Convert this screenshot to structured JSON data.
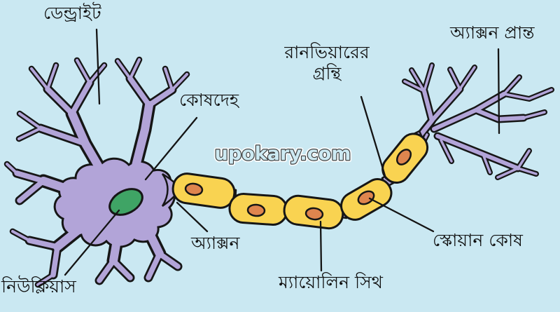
{
  "watermark": {
    "text": "upokary.com"
  },
  "diagram": {
    "subject": "neuron-structure-diagram",
    "language": "Bengali",
    "labels": {
      "dendrite": "ডেন্ড্রাইট",
      "cell_body": "কোষদেহ",
      "node_of_ranvier": "রানভিয়ারের\nগ্রন্থি",
      "axon_terminal": "অ্যাক্সন প্রান্ত",
      "axon": "অ্যাক্সন",
      "nucleus": "নিউক্লিয়াস",
      "myelin_sheath": "ম্যায়োলিন সিথ",
      "schwann_cell": "স্কোয়ান কোষ"
    },
    "colors": {
      "background": "#cae8f2",
      "neuron_body": "#b2a4d8",
      "myelin_sheath": "#f9d351",
      "schwann_nucleus": "#df854e",
      "cell_nucleus": "#3fa465",
      "outline": "#161616"
    }
  }
}
